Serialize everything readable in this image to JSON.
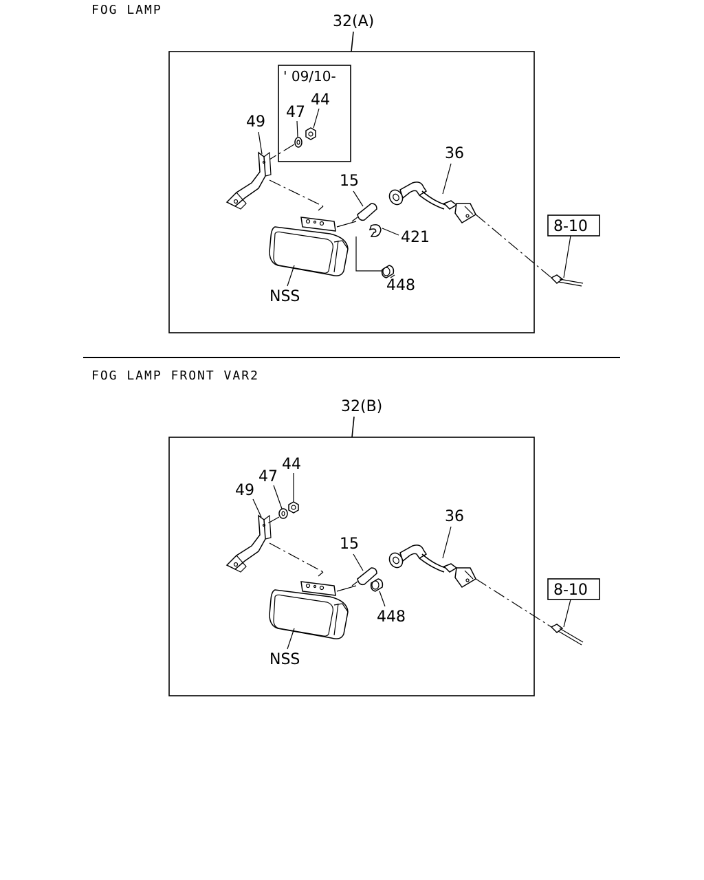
{
  "sections": [
    {
      "title": "FOG LAMP",
      "group_label": "32(A)",
      "inset_label": "' 09/10-",
      "callouts": {
        "c44": "44",
        "c47": "47",
        "c49": "49",
        "c15": "15",
        "c36": "36",
        "c421": "421",
        "c448": "448",
        "nss": "NSS",
        "ref": "8-10"
      }
    },
    {
      "title": "FOG LAMP FRONT VAR2",
      "group_label": "32(B)",
      "callouts": {
        "c44": "44",
        "c47": "47",
        "c49": "49",
        "c15": "15",
        "c36": "36",
        "c448": "448",
        "nss": "NSS",
        "ref": "8-10"
      }
    }
  ]
}
